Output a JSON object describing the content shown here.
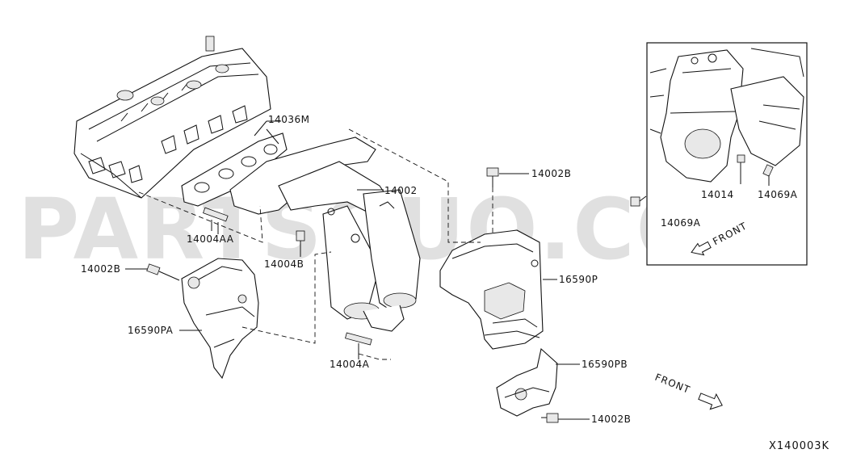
{
  "watermark": "PARTSOUQ.COM",
  "diagram_code": "X140003K",
  "front_labels": {
    "main": "FRONT",
    "inset": "FRONT"
  },
  "labels": {
    "p14036M": "14036M",
    "p14002_top": "14002",
    "p14002B_top": "14002B",
    "p14004AA": "14004AA",
    "p14004B": "14004B",
    "p14002B_left": "14002B",
    "p16590P": "16590P",
    "p16590PA": "16590PA",
    "p14004A": "14004A",
    "p16590PB": "16590PB",
    "p14002B_bottom": "14002B",
    "inset_14014": "14014",
    "inset_14069A_right": "14069A",
    "inset_14069A_left": "14069A"
  }
}
